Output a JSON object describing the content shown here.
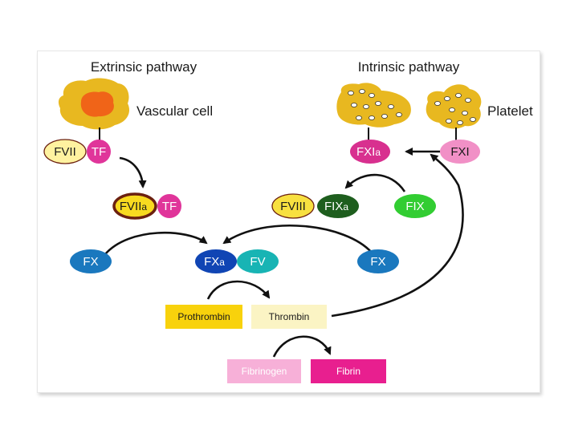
{
  "titles": {
    "extrinsic": "Extrinsic pathway",
    "intrinsic": "Intrinsic pathway"
  },
  "cells": {
    "vascular": "Vascular cell",
    "platelet": "Platelet"
  },
  "factors": {
    "fvii": "FVII",
    "tf_1": "TF",
    "fviia_main": "FVII",
    "fviia_sub": "a",
    "tf_2": "TF",
    "fxia_main": "FXI",
    "fxia_sub": "a",
    "fxi": "FXI",
    "fviii": "FVIII",
    "fixa_main": "FIX",
    "fixa_sub": "a",
    "fix": "FIX",
    "fx_left": "FX",
    "fxa_main": "FX",
    "fxa_sub": "a",
    "fv": "FV",
    "fx_right": "FX"
  },
  "boxes": {
    "prothrombin": "Prothrombin",
    "thrombin": "Thrombin",
    "fibrinogen": "Fibrinogen",
    "fibrin": "Fibrin"
  },
  "colors": {
    "cell_yellow": "#e8b820",
    "nucleus_orange": "#f06418",
    "fvii_fill": "#fff2a0",
    "tf_magenta": "#e0359a",
    "fviia_fill": "#f8da20",
    "fviia_border": "#6b2010",
    "fxia_magenta": "#d8308f",
    "fxi_pink": "#f190c6",
    "fviii_fill": "#f8e040",
    "fixa_green": "#1e5e1e",
    "fix_green": "#32cd32",
    "fx_blue": "#1a78be",
    "fxa_blue": "#1045b4",
    "fv_teal": "#18b4b4",
    "prothrombin_yellow": "#f8d20c",
    "thrombin_cream": "#fbf4c4",
    "fibrinogen_pink": "#f7b0d8",
    "fibrin_magenta": "#e81f8f"
  }
}
